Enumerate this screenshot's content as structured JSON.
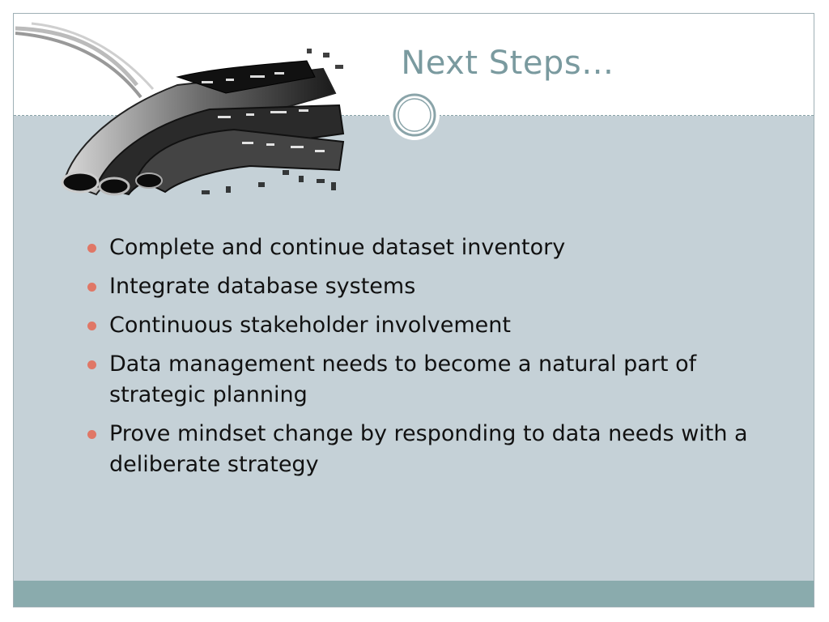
{
  "slide": {
    "title": "Next Steps…",
    "bullets": [
      "Complete and continue dataset inventory",
      "Integrate database systems",
      "Continuous stakeholder involvement",
      "Data management needs to become a natural part of strategic planning",
      "Prove mindset change by responding to data needs with a deliberate strategy"
    ]
  },
  "colors": {
    "title": "#7a9a9f",
    "body_background": "#c5d1d7",
    "footer_band": "#8aabad",
    "bullet_marker": "#e07766",
    "ornament_ring": "#8aa4a9"
  },
  "icons": {
    "ornament": "double-ring-icon",
    "decorative_image": "fiber-optic-cables-image"
  }
}
